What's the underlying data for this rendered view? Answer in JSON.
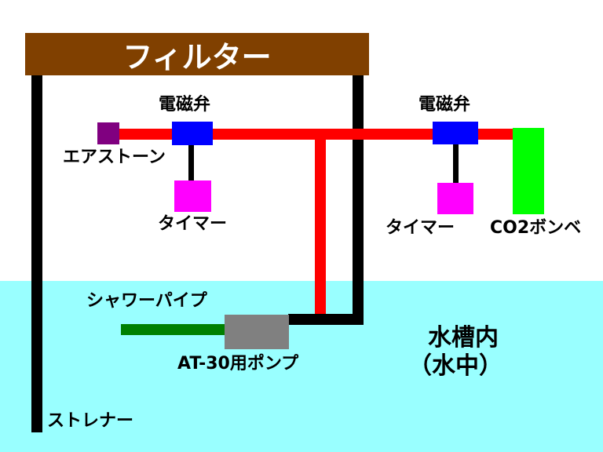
{
  "diagram": {
    "filter_label": "フィルター",
    "valve_left_label": "電磁弁",
    "valve_right_label": "電磁弁",
    "airstone_label": "エアストーン",
    "timer_left_label": "タイマー",
    "timer_right_label": "タイマー",
    "co2_label": "CO2ボンベ",
    "shower_label": "シャワーパイプ",
    "pump_label": "AT-30用ポンプ",
    "tank_label_line1": "水槽内",
    "tank_label_line2": "（水中）",
    "strainer_label": "ストレナー"
  },
  "colors": {
    "water": "#99ffff",
    "filter": "#804000",
    "co2_pipe": "#ff0000",
    "water_pipe": "#000000",
    "valve": "#0000ff",
    "timer": "#ff00ff",
    "airstone": "#800080",
    "co2_tank": "#00ff00",
    "shower_pipe": "#008000",
    "pump": "#808080"
  }
}
